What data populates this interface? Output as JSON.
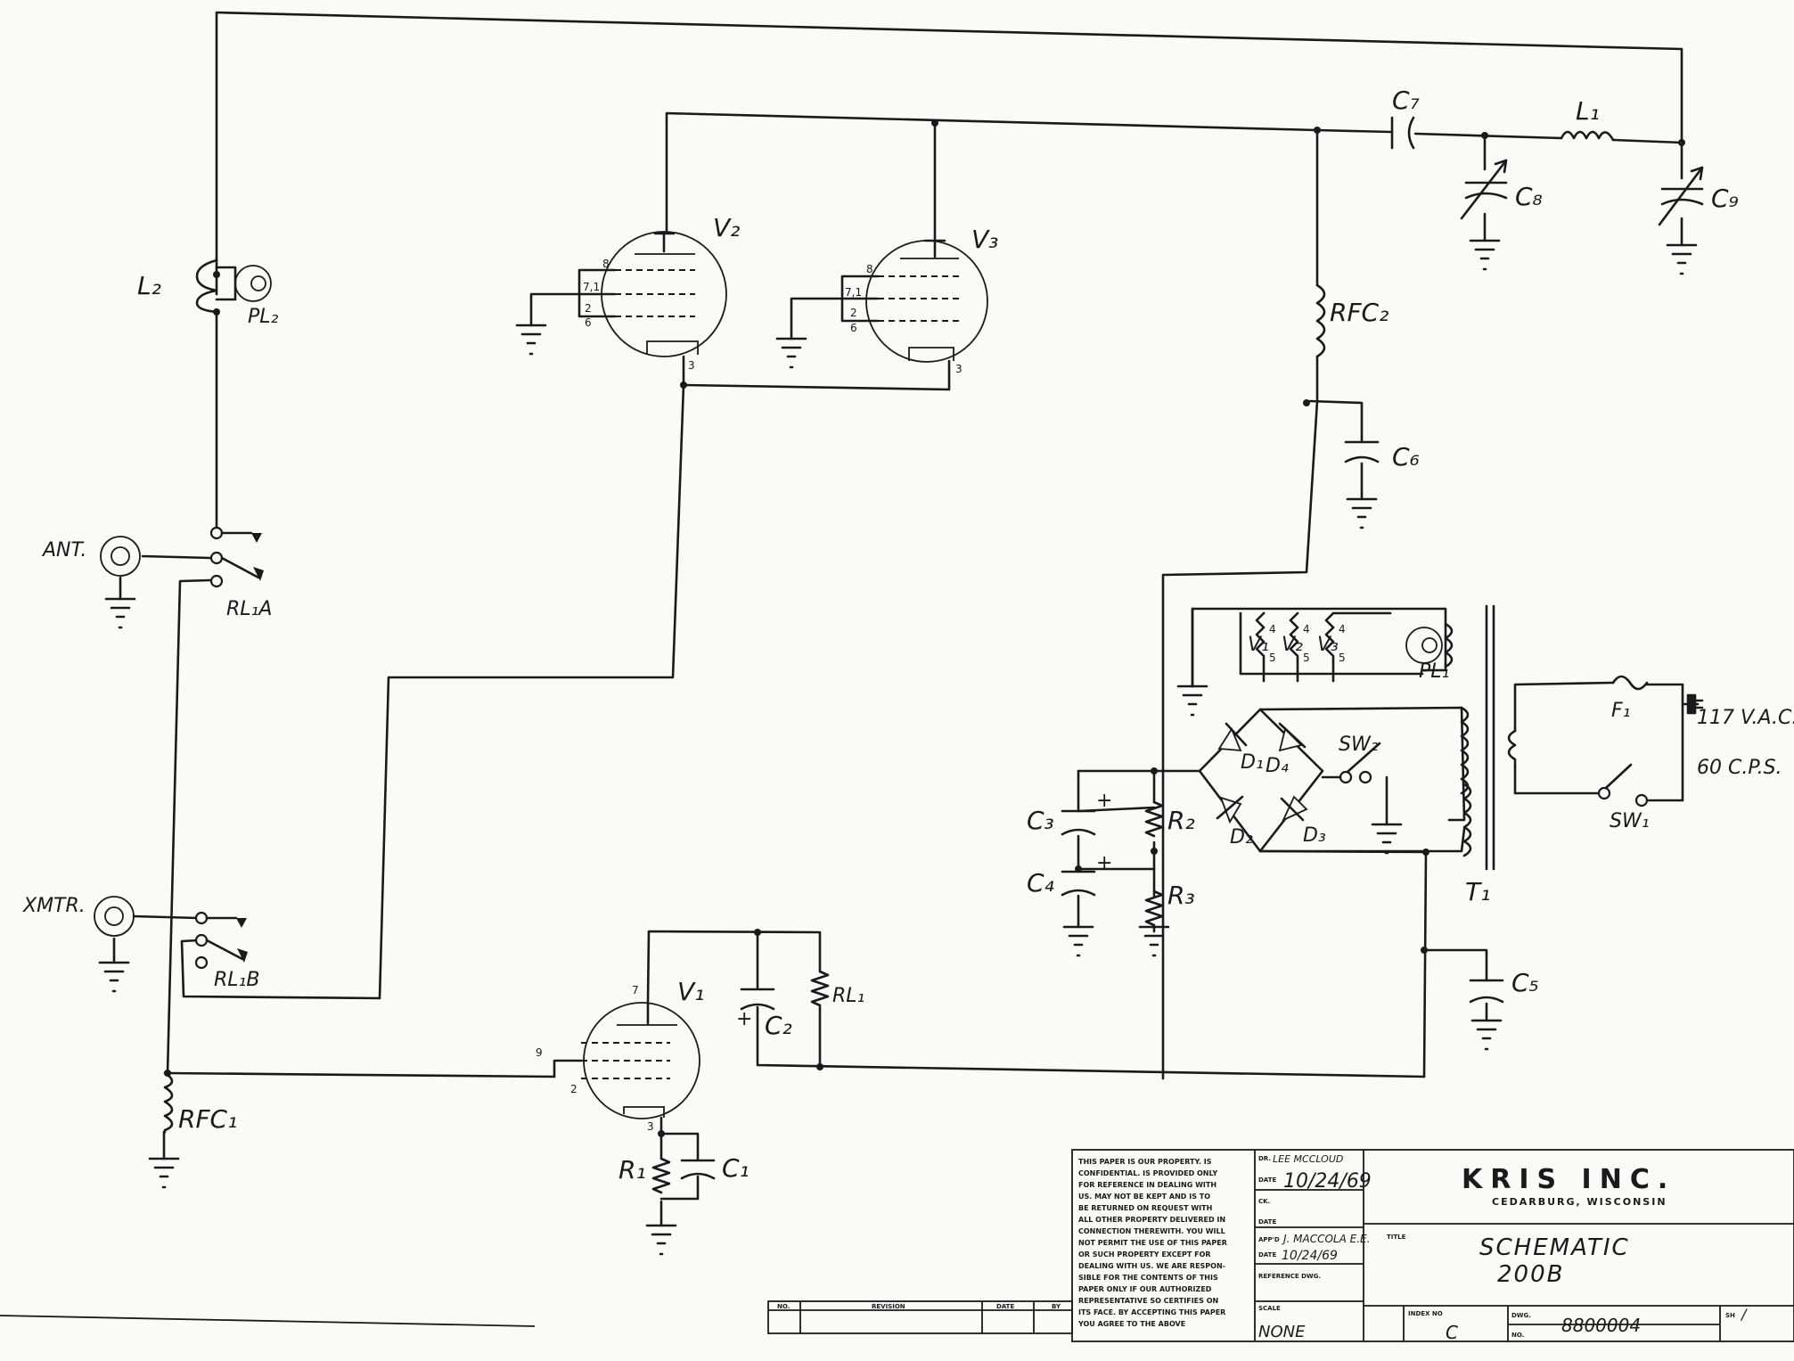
{
  "labels": {
    "v2": "V₂",
    "v3": "V₃",
    "v1": "V₁",
    "c7": "C₇",
    "l1": "L₁",
    "c8": "C₈",
    "c9": "C₉",
    "l2": "L₂",
    "pl2": "PL₂",
    "rfc2": "RFC₂",
    "c6": "C₆",
    "ant": "ANT.",
    "rl1a": "RL₁A",
    "xmtr": "XMTR.",
    "rl1b": "RL₁B",
    "rfc1": "RFC₁",
    "r1": "R₁",
    "c1": "C₁",
    "c2": "C₂",
    "rl1": "RL₁",
    "c3": "C₃",
    "c4": "C₄",
    "r2": "R₂",
    "r3": "R₃",
    "d1": "D₁",
    "d2": "D₂",
    "d3": "D₃",
    "d4": "D₄",
    "sw2": "SW₂",
    "sw1": "SW₁",
    "f1": "F₁",
    "t1": "T₁",
    "c5": "C₅",
    "pl1": "PL₁",
    "h_v1": "V₁",
    "h_v2": "V₂",
    "h_v3": "V₃",
    "vac": "117 V.A.C.",
    "cps": "60 C.P.S.",
    "pin_4": "4",
    "pin_5": "5",
    "pin_8": "8",
    "pin_71": "7,1",
    "pin_2": "2",
    "pin_6": "6",
    "pin_3": "3",
    "pin_7": "7",
    "pin_9": "9",
    "plus": "+"
  },
  "title_block": {
    "notice_lines": [
      "THIS PAPER IS OUR PROPERTY. IS",
      "CONFIDENTIAL. IS PROVIDED ONLY",
      "FOR REFERENCE IN DEALING WITH",
      "US. MAY NOT BE KEPT AND IS TO",
      "BE RETURNED ON REQUEST WITH",
      "ALL OTHER PROPERTY DELIVERED IN",
      "CONNECTION THEREWITH. YOU WILL",
      "NOT PERMIT THE USE OF THIS PAPER",
      "OR SUCH PROPERTY EXCEPT FOR",
      "DEALING WITH US. WE ARE RESPON-",
      "SIBLE FOR THE CONTENTS OF THIS",
      "PAPER ONLY IF OUR AUTHORIZED",
      "REPRESENTATIVE SO CERTIFIES ON",
      "ITS FACE. BY ACCEPTING THIS PAPER",
      "YOU AGREE TO THE ABOVE"
    ],
    "dr_label": "DR.",
    "dr_value": "LEE MCCLOUD",
    "date_label": "DATE",
    "date1_value": "10/24/69",
    "ck_label": "CK.",
    "date2_label": "DATE",
    "appd_label": "APP'D",
    "appd_value": "J. MACCOLA E.E.",
    "date3_label": "DATE",
    "date3_value": "10/24/69",
    "ref_label": "REFERENCE DWG.",
    "company": "KRIS INC.",
    "city": "CEDARBURG, WISCONSIN",
    "title_label": "TITLE",
    "title_line1": "SCHEMATIC",
    "title_line2": "200B",
    "scale_label": "SCALE",
    "scale_value": "NONE",
    "index_label": "INDEX NO",
    "index_value": "C",
    "dwg_label": "DWG.",
    "no_label": "NO.",
    "dwg_value": "8800004",
    "sh_label": "SH",
    "sh_value": "/",
    "rev_no": "NO.",
    "rev_revision": "REVISION",
    "rev_date": "DATE",
    "rev_by": "BY"
  }
}
